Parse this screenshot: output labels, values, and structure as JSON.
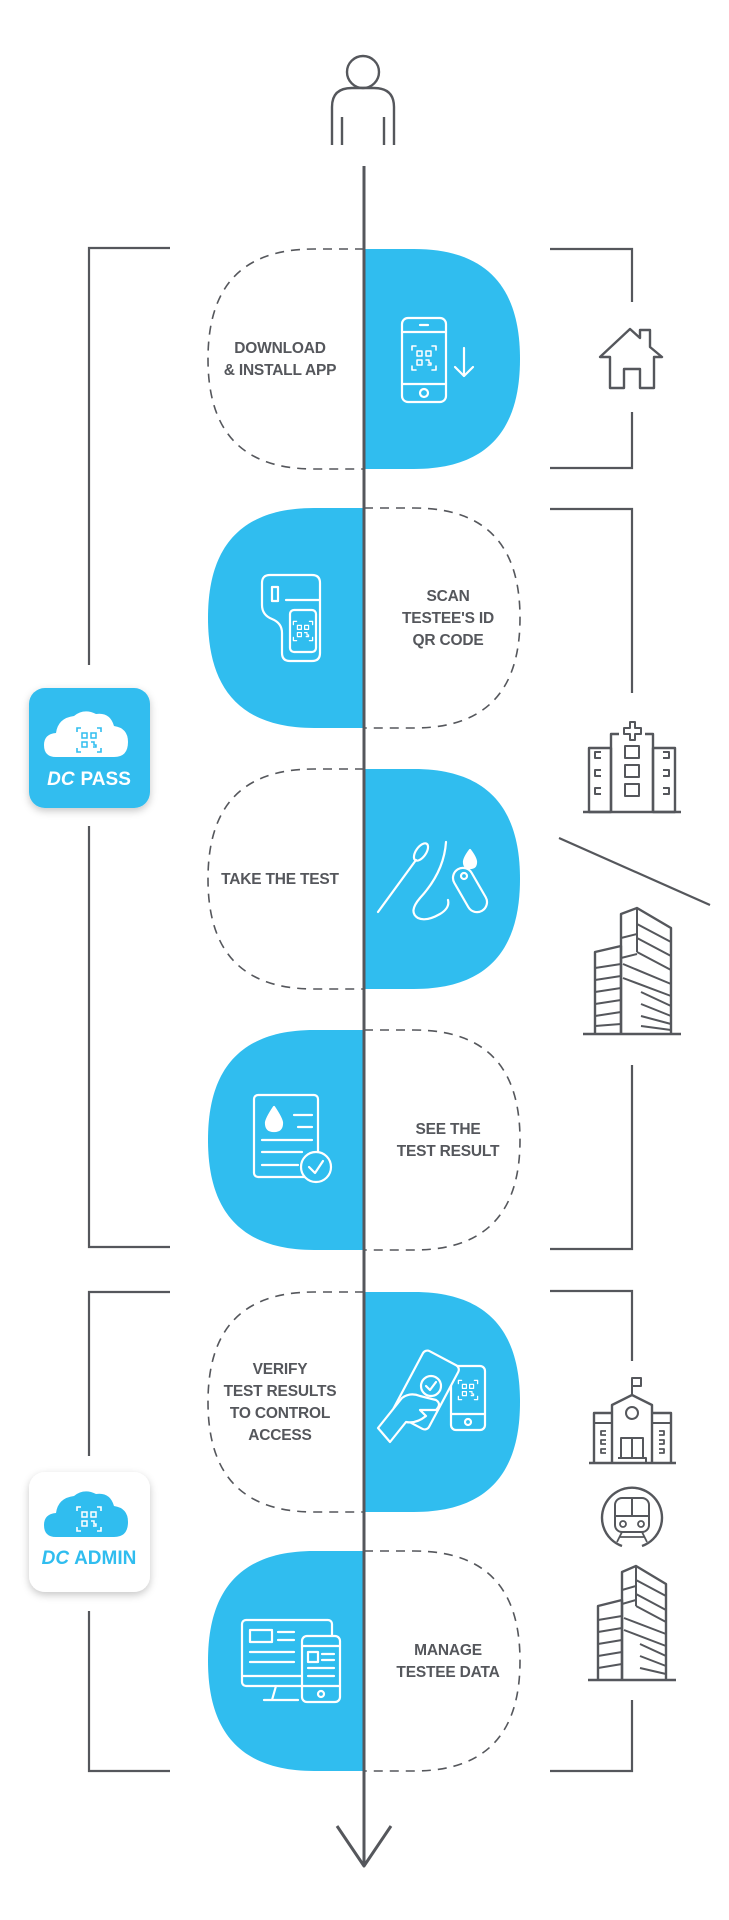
{
  "colors": {
    "accent": "#30BDEF",
    "line": "#55575C",
    "background": "#FFFFFF"
  },
  "start_icon": "user-icon",
  "end_icon": "arrow-down-icon",
  "apps": [
    {
      "name": "PASS",
      "brand": "DC",
      "label": "PASS",
      "style": "filled",
      "icon": "cloud-qr-icon"
    },
    {
      "name": "ADMIN",
      "brand": "DC",
      "label": "ADMIN",
      "style": "outline",
      "icon": "cloud-qr-icon"
    }
  ],
  "steps": [
    {
      "lines": [
        "DOWNLOAD",
        "& INSTALL APP"
      ],
      "icon": "phone-download-icon",
      "text_side": "left"
    },
    {
      "lines": [
        "SCAN",
        "TESTEE'S ID",
        "QR CODE"
      ],
      "icon": "id-scanner-icon",
      "text_side": "right"
    },
    {
      "lines": [
        "TAKE THE TEST"
      ],
      "icon": "nasal-swab-test-icon",
      "text_side": "left"
    },
    {
      "lines": [
        "SEE THE",
        "TEST RESULT"
      ],
      "icon": "test-result-document-icon",
      "text_side": "right"
    },
    {
      "lines": [
        "VERIFY",
        "TEST RESULTS",
        "TO CONTROL",
        "ACCESS"
      ],
      "icon": "phone-verify-icon",
      "text_side": "left"
    },
    {
      "lines": [
        "MANAGE",
        "TESTEE DATA"
      ],
      "icon": "desktop-mobile-icon",
      "text_side": "right"
    }
  ],
  "locations": [
    {
      "icon": "home-icon",
      "group": "home"
    },
    {
      "icon": "hospital-icon",
      "group": "facility"
    },
    {
      "icon": "office-building-icon",
      "group": "facility"
    },
    {
      "icon": "school-icon",
      "group": "venues"
    },
    {
      "icon": "train-station-icon",
      "group": "venues"
    },
    {
      "icon": "office-building-icon",
      "group": "venues"
    }
  ]
}
